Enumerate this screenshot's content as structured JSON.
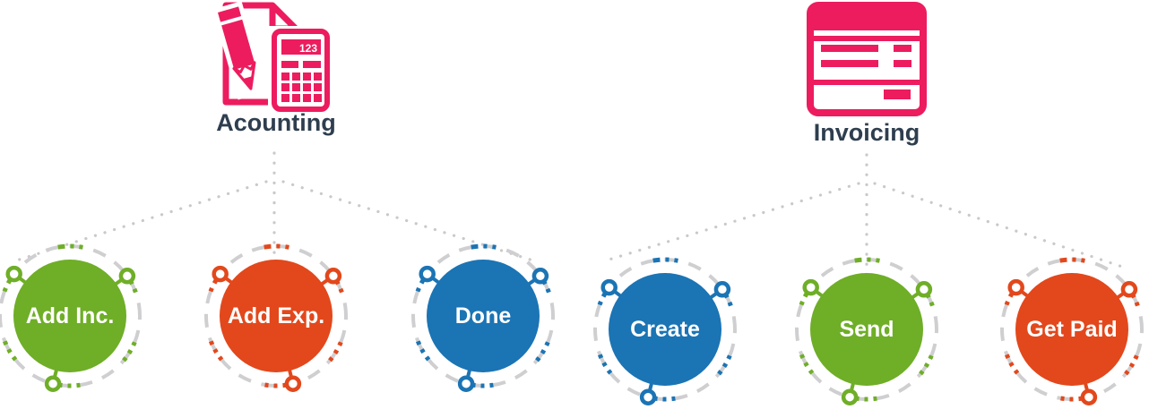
{
  "diagram": {
    "groups": [
      {
        "label": "Acounting",
        "icon": "pencil-paper-calculator-icon",
        "calculator_display": "123",
        "steps": [
          "Add Inc.",
          "Add Exp.",
          "Done"
        ]
      },
      {
        "label": "Invoicing",
        "icon": "invoice-icon",
        "steps": [
          "Create",
          "Send",
          "Get Paid"
        ]
      }
    ],
    "steps": [
      {
        "label": "Add Inc.",
        "group": "Acounting",
        "color": "#6FAE27"
      },
      {
        "label": "Add Exp.",
        "group": "Acounting",
        "color": "#E2481C"
      },
      {
        "label": "Done",
        "group": "Acounting",
        "color": "#1B74B4"
      },
      {
        "label": "Create",
        "group": "Invoicing",
        "color": "#1B74B4"
      },
      {
        "label": "Send",
        "group": "Invoicing",
        "color": "#6FAE27"
      },
      {
        "label": "Get Paid",
        "group": "Invoicing",
        "color": "#E2481C"
      }
    ],
    "colors": {
      "icon_pink": "#EC1C5F",
      "heading_text": "#2E3E4F",
      "ring_gray": "#CFCFD1",
      "connector_dot": "#C9C9C9",
      "step_label_text": "#FFFFFF",
      "background": "#FFFFFF"
    }
  }
}
